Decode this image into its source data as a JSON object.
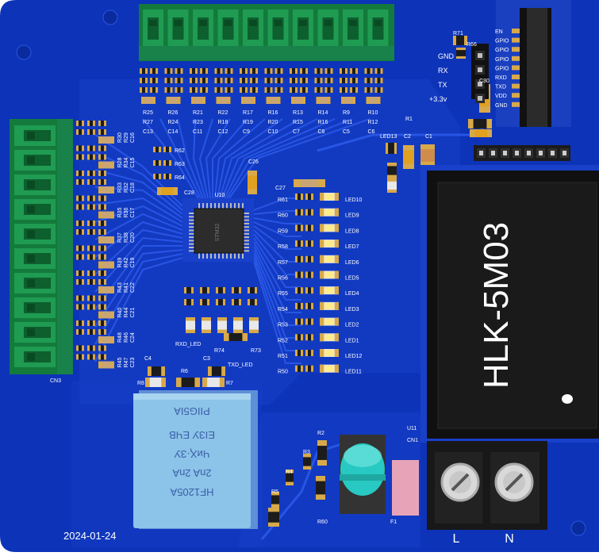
{
  "board": {
    "date": "2024-01-24",
    "module_label": "HLK-5M03",
    "connector_labels": {
      "left": "CN3",
      "power": "CN1",
      "module": "U11",
      "mcu": "U10"
    },
    "power_terminals": [
      "L",
      "N"
    ],
    "header_pin_labels": [
      "GND",
      "RX",
      "TX",
      "+3.3v"
    ],
    "esp_pins": [
      "EN",
      "GPIO",
      "GPIO",
      "GPIO",
      "GPIO",
      "RXD",
      "TXD",
      "VDD",
      "GND"
    ],
    "led_labels": [
      "LED10",
      "LED9",
      "LED8",
      "LED7",
      "LED6",
      "LED5",
      "LED4",
      "LED3",
      "LED2",
      "LED1",
      "LED12",
      "LED11"
    ],
    "led_resistors": [
      "R61",
      "R60",
      "R59",
      "R58",
      "R57",
      "R56",
      "R55",
      "R54",
      "R53",
      "R52",
      "R51",
      "R50"
    ],
    "top_resistors_row1": [
      "R25",
      "R27",
      "R26",
      "R24",
      "R21",
      "R23",
      "R22",
      "R18",
      "R17",
      "R19",
      "R16",
      "R20",
      "R13",
      "R15",
      "R14",
      "R16",
      "R9",
      "R11",
      "R10",
      "R12",
      "R1"
    ],
    "top_caps_row": [
      "C13",
      "C14",
      "C11",
      "C12",
      "C9",
      "C10",
      "C7",
      "C8",
      "C5",
      "C6"
    ],
    "misc_labels": [
      "R62",
      "R63",
      "R64",
      "C28",
      "C26",
      "C27",
      "LED13",
      "C2",
      "C1",
      "R71",
      "R66",
      "C30",
      "RXD_LED",
      "TXD_LED",
      "R74",
      "R73",
      "C4",
      "R6",
      "C3",
      "R7",
      "R8",
      "R2",
      "R3",
      "R4",
      "R5",
      "R60",
      "F1"
    ],
    "left_res_labels": [
      "R30",
      "R29",
      "R28",
      "R34",
      "R33",
      "R32",
      "R35",
      "R36",
      "R37",
      "R38",
      "R39",
      "R42",
      "R43",
      "R41",
      "R40",
      "R44",
      "R48",
      "R46",
      "R45",
      "R47"
    ],
    "left_cap_labels": [
      "C16",
      "C15",
      "C18",
      "C17",
      "C20",
      "C19",
      "C22",
      "C21",
      "C24",
      "C23"
    ],
    "relay_text": [
      "HF1205A",
      "2nA 2nA",
      "ЧиҲ·ЗУ",
      "ЕІЗУ ЕЧВ",
      "PIIG5IA"
    ],
    "mcu_marking": "STM32"
  },
  "colors": {
    "pcb": "#0d33b8",
    "pcb_light": "#1b45d1",
    "terminal_green": "#1f9b52",
    "terminal_dark": "#137a3c",
    "module_black": "#111111",
    "relay_blue": "#8cc3e8",
    "inductor_teal": "#27c9c2",
    "fuse_pink": "#e7a4b8",
    "silk": "#ffffff",
    "gold": "#d8a94a"
  }
}
